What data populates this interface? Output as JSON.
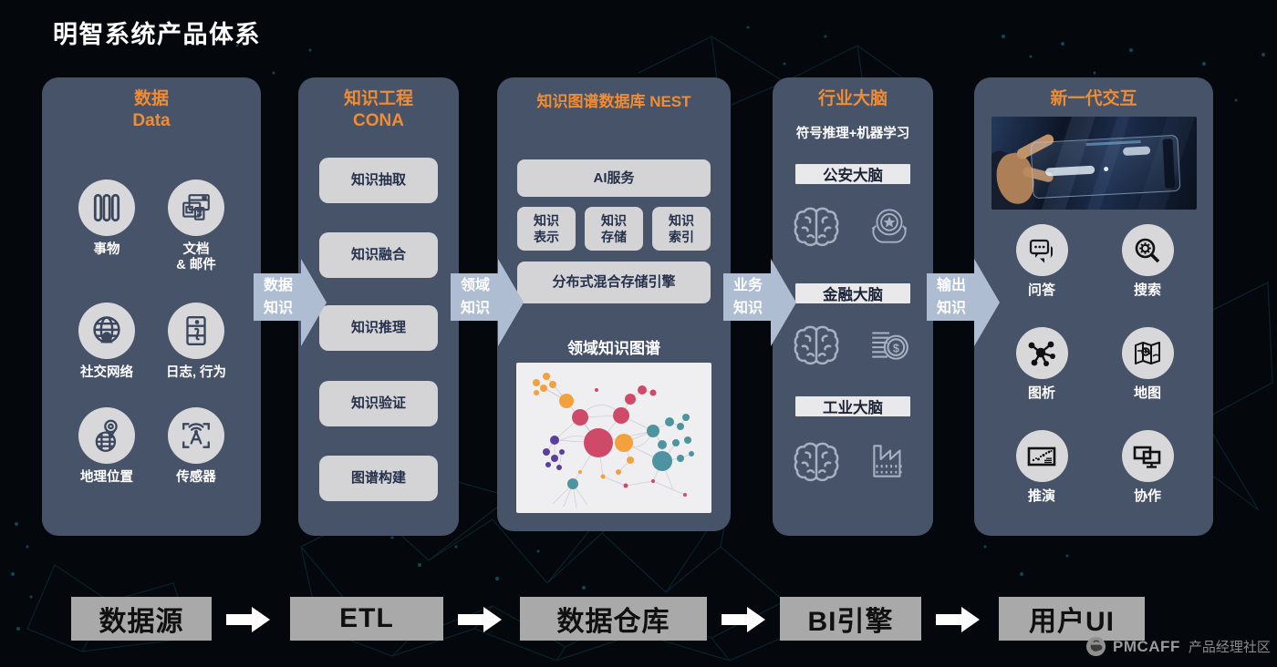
{
  "title": "明智系统产品体系",
  "palette": {
    "accent_orange": "#F08C33",
    "panel_background": "#475369",
    "button_background": "#D4D4D6",
    "knowledge_arrow": "#AEBDD2",
    "flow_box_background": "#A9A9A9",
    "page_background": "#04080d"
  },
  "columns": {
    "data": {
      "title": "数据",
      "subtitle": "Data",
      "items": [
        {
          "icon": "things-icon",
          "label": "事物"
        },
        {
          "icon": "documents-mail-icon",
          "label": "文档",
          "label2": "& 邮件"
        },
        {
          "icon": "social-network-icon",
          "label": "社交网络"
        },
        {
          "icon": "logs-behavior-icon",
          "label": "日志, 行为"
        },
        {
          "icon": "geolocation-icon",
          "label": "地理位置"
        },
        {
          "icon": "sensor-icon",
          "label": "传感器"
        }
      ]
    },
    "cona": {
      "title": "知识工程",
      "subtitle": "CONA",
      "buttons": [
        "知识抽取",
        "知识融合",
        "知识推理",
        "知识验证",
        "图谱构建"
      ]
    },
    "nest": {
      "title": "知识图谱数据库 NEST",
      "ai_service": "AI服务",
      "modules": [
        {
          "line1": "知识",
          "line2": "表示"
        },
        {
          "line1": "知识",
          "line2": "存储"
        },
        {
          "line1": "知识",
          "line2": "索引"
        }
      ],
      "engine": "分布式混合存储引擎",
      "graph_caption": "领域知识图谱",
      "graph_palette": {
        "crimson": "#CE4A68",
        "orange": "#F2A13C",
        "purple": "#5B3F9E",
        "teal": "#4E93A0",
        "background": "#EFEFF1"
      }
    },
    "brain": {
      "title": "行业大脑",
      "subtitle": "符号推理+机器学习",
      "sections": [
        {
          "label": "公安大脑",
          "icons": [
            "brain-icon",
            "police-badge-icon"
          ]
        },
        {
          "label": "金融大脑",
          "icons": [
            "brain-icon",
            "coins-icon"
          ]
        },
        {
          "label": "工业大脑",
          "icons": [
            "brain-icon",
            "factory-icon"
          ]
        }
      ]
    },
    "interaction": {
      "title": "新一代交互",
      "image": "transparent-phone-photo",
      "items": [
        {
          "icon": "qa-icon",
          "label": "问答"
        },
        {
          "icon": "search-icon",
          "label": "搜索"
        },
        {
          "icon": "graph-analysis-icon",
          "label": "图析"
        },
        {
          "icon": "map-icon",
          "label": "地图"
        },
        {
          "icon": "simulation-icon",
          "label": "推演"
        },
        {
          "icon": "collaboration-icon",
          "label": "协作"
        }
      ]
    }
  },
  "knowledge_arrows": [
    {
      "line1": "数据",
      "line2": "知识"
    },
    {
      "line1": "领域",
      "line2": "知识"
    },
    {
      "line1": "业务",
      "line2": "知识"
    },
    {
      "line1": "输出",
      "line2": "知识"
    }
  ],
  "flow_steps": [
    "数据源",
    "ETL",
    "数据仓库",
    "BI引擎",
    "用户UI"
  ],
  "watermark": {
    "brand": "PMCAFF",
    "suffix": "产品经理社区"
  }
}
